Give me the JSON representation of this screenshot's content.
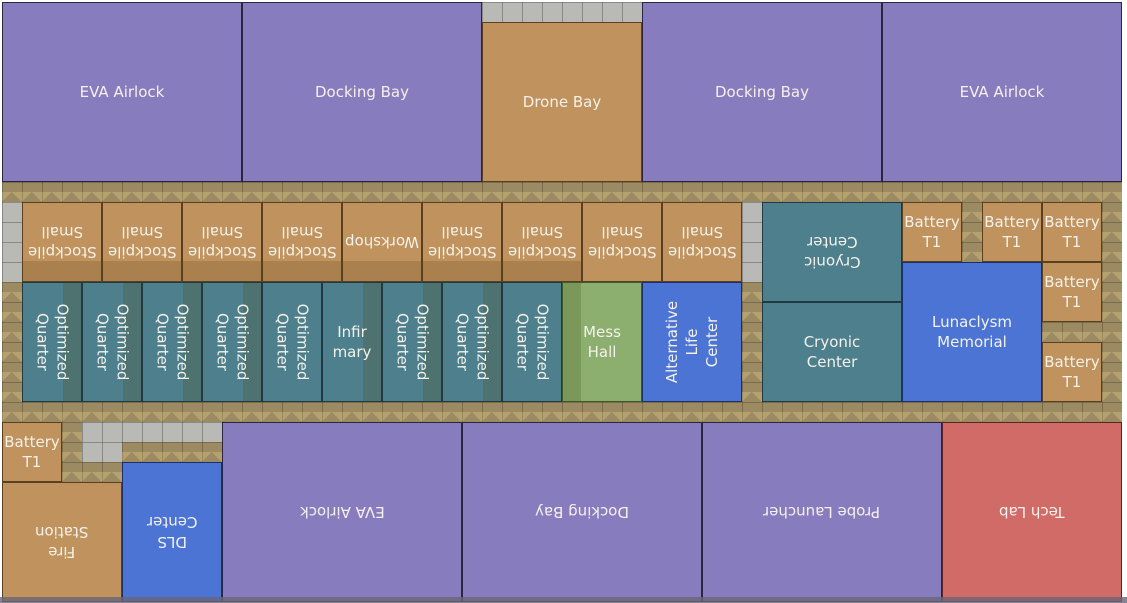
{
  "app": {
    "view": "station-map"
  },
  "colors": {
    "hangar": "#877cbd",
    "utility": "#bf925e",
    "habitation": "#4d7f8c",
    "special": "#4b74d4",
    "food": "#8caf6f",
    "research": "#d06b67",
    "corridor": "#9c8a62",
    "empty_tile": "#b9b9b5"
  },
  "rooms": {
    "top": [
      {
        "label": "EVA Airlock",
        "type": "hangar"
      },
      {
        "label": "Docking Bay",
        "type": "hangar"
      },
      {
        "label": "Drone Bay",
        "type": "utility"
      },
      {
        "label": "Docking Bay",
        "type": "hangar"
      },
      {
        "label": "EVA Airlock",
        "type": "hangar"
      }
    ],
    "storage": [
      {
        "label": "Stockpile\nSmall",
        "type": "utility"
      },
      {
        "label": "Stockpile\nSmall",
        "type": "utility"
      },
      {
        "label": "Stockpile\nSmall",
        "type": "utility"
      },
      {
        "label": "Stockpile\nSmall",
        "type": "utility"
      },
      {
        "label": "Workshop",
        "type": "utility"
      },
      {
        "label": "Stockpile\nSmall",
        "type": "utility"
      },
      {
        "label": "Stockpile\nSmall",
        "type": "utility"
      },
      {
        "label": "Stockpile\nSmall",
        "type": "utility"
      },
      {
        "label": "Stockpile\nSmall",
        "type": "utility"
      }
    ],
    "living": [
      {
        "label": "Optimized\nQuarter",
        "type": "habitation"
      },
      {
        "label": "Optimized\nQuarter",
        "type": "habitation"
      },
      {
        "label": "Optimized\nQuarter",
        "type": "habitation"
      },
      {
        "label": "Optimized\nQuarter",
        "type": "habitation"
      },
      {
        "label": "Optimized\nQuarter",
        "type": "habitation"
      },
      {
        "label": "Infir\nmary",
        "type": "habitation"
      },
      {
        "label": "Optimized\nQuarter",
        "type": "habitation"
      },
      {
        "label": "Optimized\nQuarter",
        "type": "habitation"
      },
      {
        "label": "Optimized\nQuarter",
        "type": "habitation"
      },
      {
        "label": "Mess\nHall",
        "type": "food"
      },
      {
        "label": "Alternative\nLife\nCenter",
        "type": "special"
      }
    ],
    "east": {
      "cryonic_upper": "Cryonic\nCenter",
      "cryonic_lower": "Cryonic\nCenter",
      "memorial": "Lunaclysm\nMemorial",
      "batteries": [
        "Battery\nT1",
        "Battery\nT1",
        "Battery\nT1",
        "Battery\nT1",
        "Battery\nT1"
      ]
    },
    "bottom": [
      {
        "label": "Battery\nT1",
        "type": "utility"
      },
      {
        "label": "Fire\nStation",
        "type": "utility"
      },
      {
        "label": "DLS\nCenter",
        "type": "special"
      },
      {
        "label": "EVA Airlock",
        "type": "hangar"
      },
      {
        "label": "Docking Bay",
        "type": "hangar"
      },
      {
        "label": "Probe Launcher",
        "type": "hangar"
      },
      {
        "label": "Tech Lab",
        "type": "research"
      }
    ]
  }
}
